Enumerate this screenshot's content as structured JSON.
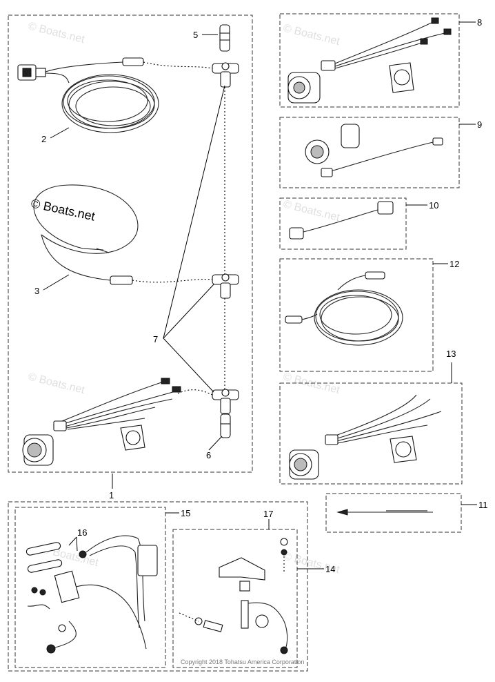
{
  "callouts": {
    "c1": "1",
    "c2": "2",
    "c3": "3",
    "c5": "5",
    "c6": "6",
    "c7": "7",
    "c8": "8",
    "c9": "9",
    "c10": "10",
    "c11": "11",
    "c12": "12",
    "c13": "13",
    "c14": "14",
    "c15": "15",
    "c16": "16",
    "c17": "17"
  },
  "watermark": "© Boats.net",
  "copyright": "Copyright 2018 Tohatsu America Corporation"
}
